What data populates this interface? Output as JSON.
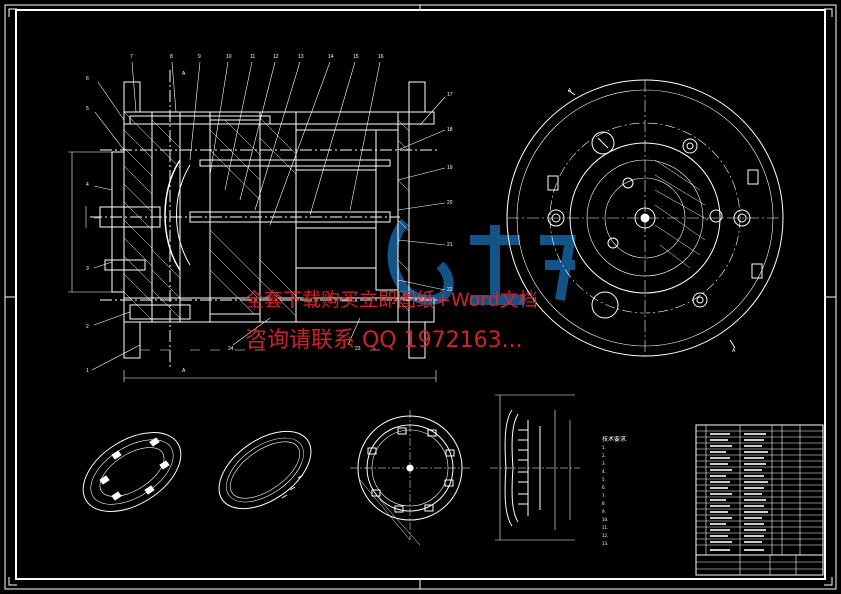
{
  "colors": {
    "background": "#000000",
    "lines": "#ffffff",
    "dimension": "#00e5ff",
    "watermark_text": "#e0262b",
    "watermark_logo": "#1b6fb3"
  },
  "watermark": {
    "line1": "全套下载购买立即图纸+Word文档",
    "line2": "咨询请联系 QQ 1972163..."
  },
  "part_numbers": {
    "top": [
      "7",
      "8",
      "9",
      "10",
      "11",
      "12",
      "13",
      "14",
      "15",
      "16"
    ],
    "left": [
      "6",
      "5",
      "4",
      "3",
      "2",
      "1"
    ],
    "right": [
      "17",
      "18",
      "19",
      "20",
      "21",
      "22"
    ],
    "bottom": [
      "24",
      "23"
    ]
  },
  "section_marks": [
    "A",
    "A",
    "A",
    "A"
  ],
  "notes_title": "技术要求",
  "notes": [
    "1.",
    "2.",
    "3.",
    "4.",
    "5.",
    "6.",
    "7.",
    "8.",
    "9.",
    "10.",
    "11.",
    "12.",
    "13."
  ]
}
